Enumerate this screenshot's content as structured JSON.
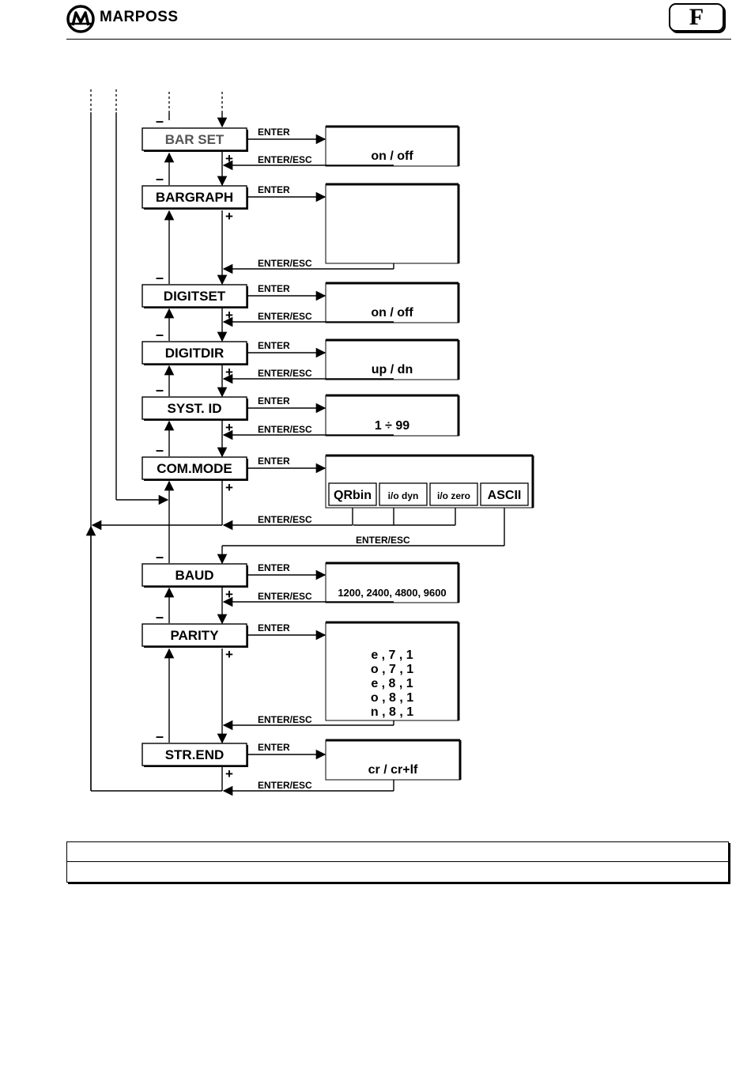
{
  "header": {
    "brand": "MARPOSS",
    "language_badge": "F"
  },
  "menu_items": [
    {
      "label": "BAR SET",
      "value_text": [
        "on / off"
      ]
    },
    {
      "label": "BARGRAPH",
      "value_text": []
    },
    {
      "label": "DIGITSET",
      "value_text": [
        "on / off"
      ]
    },
    {
      "label": "DIGITDIR",
      "value_text": [
        "up / dn"
      ]
    },
    {
      "label": "SYST. ID",
      "value_text": [
        "1 ÷ 99"
      ]
    },
    {
      "label": "COM.MODE",
      "value_text": []
    },
    {
      "label": "BAUD",
      "value_text": [
        "1200, 2400, 4800, 9600"
      ]
    },
    {
      "label": "PARITY",
      "value_text": [
        "e , 7 , 1",
        "o , 7 , 1",
        "e , 8 , 1",
        "o , 8 , 1",
        "n , 8 , 1"
      ]
    },
    {
      "label": "STR.END",
      "value_text": [
        "cr / cr+lf"
      ]
    }
  ],
  "com_mode_options": [
    "QRbin",
    "i/o dyn",
    "i/o zero",
    "ASCII"
  ],
  "arrow_labels": {
    "enter": "ENTER",
    "enter_esc": "ENTER/ESC",
    "minus": "–",
    "plus": "+"
  }
}
